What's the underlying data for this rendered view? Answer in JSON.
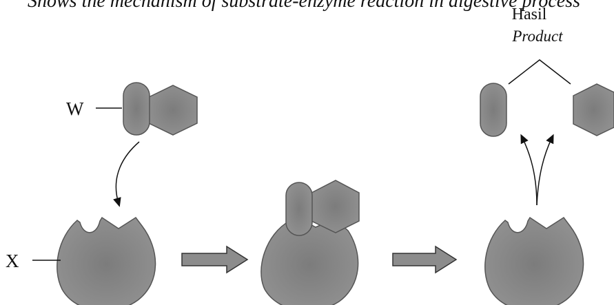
{
  "caption": "Shows the mechanism of substrate-enzyme reaction in digestive process",
  "labels": {
    "substrate": "W",
    "enzyme": "X",
    "product_malay": "Hasil",
    "product_english": "Product"
  },
  "colors": {
    "shape_fill": "#8a8a8a",
    "shape_stroke": "#555555",
    "arrow_fill": "#8c8c8c",
    "line": "#111111"
  }
}
